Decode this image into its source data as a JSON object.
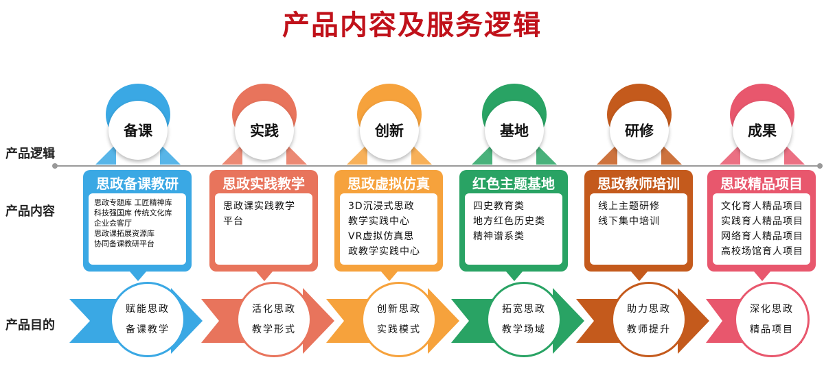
{
  "title": "产品内容及服务逻辑",
  "row_labels": {
    "logic": "产品逻辑",
    "content": "产品内容",
    "purpose": "产品目的"
  },
  "columns": [
    {
      "logic": "备课",
      "content_title": "思政备课教研",
      "content_lines": [
        "思政专题库 工匠精神库",
        "科技强国库 传统文化库",
        "企业会客厅",
        "思政课拓展资源库",
        "协同备课教研平台"
      ],
      "purpose_lines": [
        "赋能思政",
        "备课教学"
      ],
      "color": "#3aa8e4"
    },
    {
      "logic": "实践",
      "content_title": "思政实践教学",
      "content_lines": [
        "思政课实践教学",
        "平台"
      ],
      "purpose_lines": [
        "活化思政",
        "教学形式"
      ],
      "color": "#e8745c"
    },
    {
      "logic": "创新",
      "content_title": "思政虚拟仿真",
      "content_lines": [
        "3D沉浸式思政",
        "教学实践中心",
        "VR虚拟仿真思",
        "政教学实践中心"
      ],
      "purpose_lines": [
        "创新思政",
        "实践模式"
      ],
      "color": "#f6a23c"
    },
    {
      "logic": "基地",
      "content_title": "红色主题基地",
      "content_lines": [
        "四史教育类",
        "地方红色历史类",
        "精神谱系类"
      ],
      "purpose_lines": [
        "拓宽思政",
        "教学场域"
      ],
      "color": "#29a364"
    },
    {
      "logic": "研修",
      "content_title": "思政教师培训",
      "content_lines": [
        "线上主题研修",
        "线下集中培训"
      ],
      "purpose_lines": [
        "助力思政",
        "教师提升"
      ],
      "color": "#c45a1c"
    },
    {
      "logic": "成果",
      "content_title": "思政精品项目",
      "content_lines": [
        "文化育人精品项目",
        "实践育人精品项目",
        "网络育人精品项目",
        "高校场馆育人项目"
      ],
      "purpose_lines": [
        "深化思政",
        "精品项目"
      ],
      "color": "#e8576d"
    }
  ]
}
